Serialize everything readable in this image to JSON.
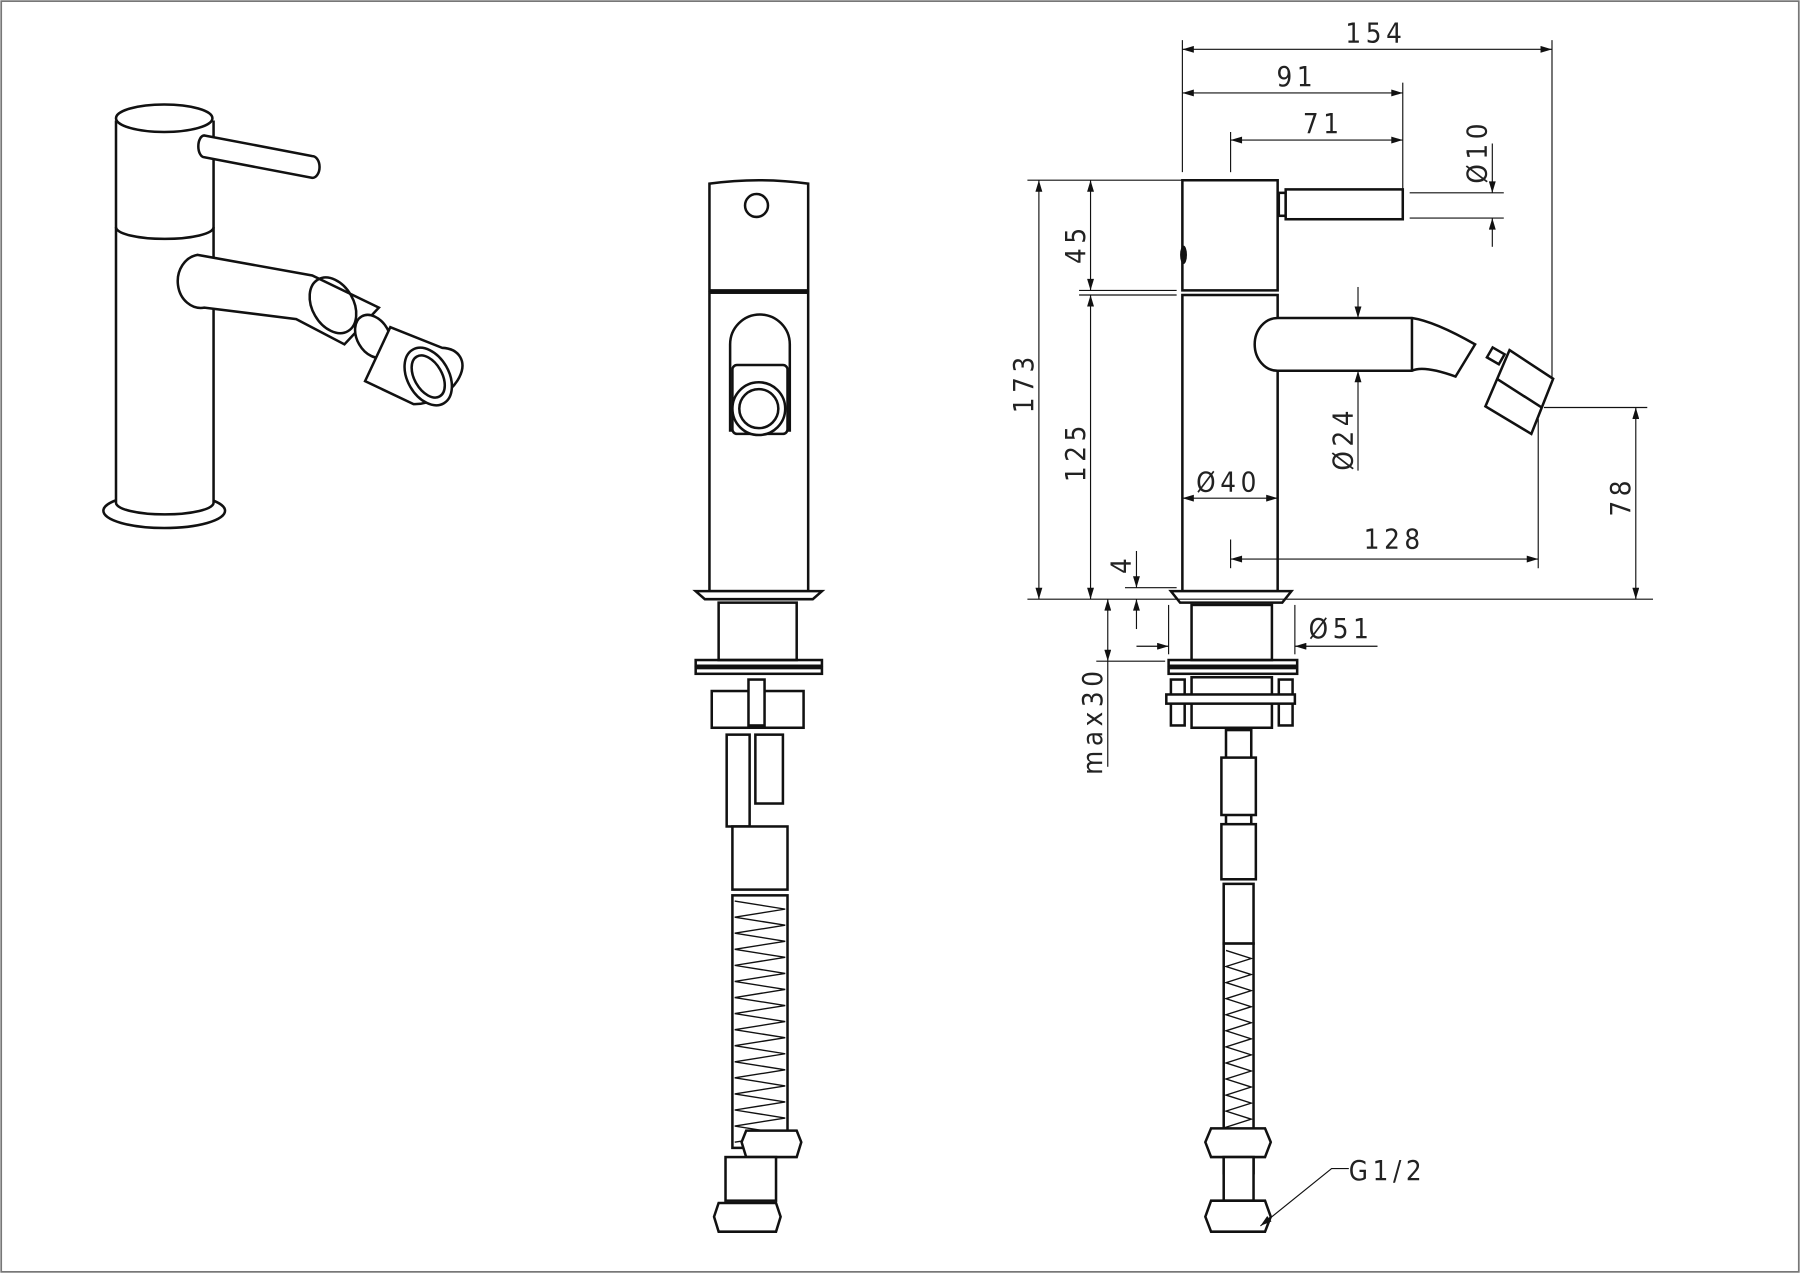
{
  "drawing": {
    "views": [
      "perspective",
      "front",
      "side"
    ],
    "dimensions": {
      "overall_width": "154",
      "lever_reach": "91",
      "lever_length": "71",
      "lever_diameter": "Ø10",
      "overall_height": "173",
      "head_height": "45",
      "body_height": "125",
      "base_height": "4",
      "max_deck": "max30",
      "body_diameter": "Ø40",
      "spout_diameter": "Ø24",
      "spout_reach": "128",
      "outlet_height": "78",
      "base_diameter": "Ø51",
      "connection": "G1/2"
    },
    "line_color": "#111111"
  }
}
